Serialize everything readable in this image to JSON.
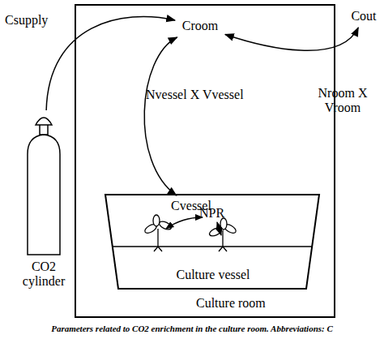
{
  "diagram": {
    "caption": "Parameters related to CO2 enrichment in the culture room. Abbreviations: C",
    "nodes": [
      {
        "text": [
          "Culture room"
        ]
      },
      {
        "text": [
          "Croom"
        ],
        "in": 0
      },
      {
        "text": [
          "Culture vessel"
        ],
        "in": 0
      },
      {
        "text": [
          "Cvessel"
        ],
        "in": 2
      },
      {
        "text": [
          "Cout"
        ]
      },
      {
        "text": [
          "CO2 cylinder"
        ]
      }
    ],
    "edges": [
      {
        "from": 5,
        "to": 1,
        "arrow": "to",
        "label": "Csupply"
      },
      {
        "from": 1,
        "to": 3,
        "arrow": "both",
        "label": "Nvessel X Vvessel"
      },
      {
        "from": 1,
        "to": 4,
        "arrow": "both",
        "label": "Nroom X Vroom"
      }
    ],
    "labels": [
      "NPR"
    ]
  }
}
